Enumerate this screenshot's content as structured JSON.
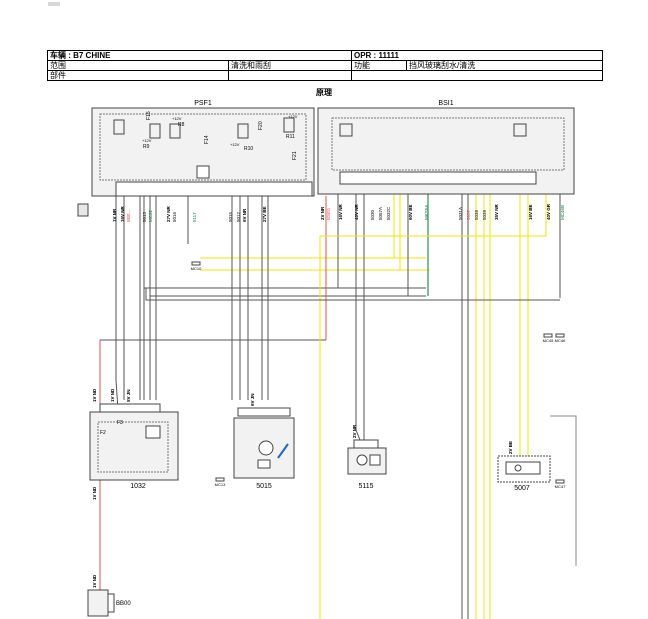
{
  "header": {
    "vehicle_label": "车辆 : B7 CHINE",
    "opr_label": "OPR : 11111",
    "scope_label": "范围",
    "scope_value": "清洗和雨刮",
    "function_label": "功能",
    "function_value": "挡风玻璃刮水/清洗",
    "part_label": "部件"
  },
  "diagram": {
    "title": "原理",
    "units": [
      {
        "id": "psf1",
        "label": "PSF1"
      },
      {
        "id": "bsi1",
        "label": "BSI1"
      },
      {
        "id": "c1032",
        "label": "1032"
      },
      {
        "id": "c5015",
        "label": "5015"
      },
      {
        "id": "c5115",
        "label": "5115"
      },
      {
        "id": "c5007",
        "label": "5007"
      },
      {
        "id": "bb00",
        "label": "BB00"
      }
    ],
    "relays": [
      "R8",
      "R9",
      "R10",
      "R11"
    ],
    "fuses": [
      "F15",
      "F14",
      "F20",
      "F21",
      "F2",
      "F3"
    ],
    "supply": [
      "+12V",
      "+12V",
      "+12V",
      "+12V"
    ],
    "psf1_conn": [
      "1V NR",
      "16V NR",
      "27V NR",
      "6V NR",
      "27V BE"
    ],
    "psf1_wires": [
      "BB0...",
      "5013",
      "MC32",
      "5016",
      "5015",
      "5012",
      "MC10",
      "5117"
    ],
    "bsi1_conn": [
      "2V NR",
      "16V NR",
      "40V NR",
      "60V BE",
      "35V NR",
      "40V GR",
      "16V BE"
    ],
    "bsi1_wires": [
      "BSI01",
      "5030",
      "5057A",
      "5032C",
      "MKS5A",
      "5031A",
      "5037",
      "5038",
      "5039",
      "MC13",
      "MC45",
      "MC46B"
    ],
    "c1032_conn": [
      "1V ND",
      "1V ND",
      "5V JN"
    ],
    "c5015_conn": "6V JN",
    "c5115_conn": "2V NR",
    "c5007_conn": "2V BE",
    "bb00_conn": "1V ND",
    "grounds": [
      "MC10",
      "MC13",
      "MC45",
      "MC46",
      "MC47"
    ]
  },
  "colors": {
    "yellow": "#f2e600",
    "red": "#e25050",
    "green": "#007a3d",
    "wire": "#555555",
    "box": "#f2f2f2"
  }
}
